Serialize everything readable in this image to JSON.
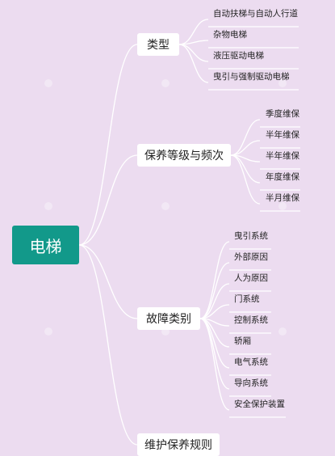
{
  "root": {
    "label": "电梯"
  },
  "branches": [
    {
      "label": "类型",
      "children": [
        "自动扶梯与自动人行道",
        "杂物电梯",
        "液压驱动电梯",
        "曳引与强制驱动电梯"
      ]
    },
    {
      "label": "保养等级与频次",
      "children": [
        "季度维保",
        "半年维保",
        "半年维保",
        "年度维保",
        "半月维保"
      ]
    },
    {
      "label": "故障类别",
      "children": [
        "曳引系统",
        "外部原因",
        "人为原因",
        "门系统",
        "控制系统",
        "轿厢",
        "电气系统",
        "导向系统",
        "安全保护装置"
      ]
    },
    {
      "label": "维护保养规则",
      "children": []
    }
  ],
  "colors": {
    "background": "#ecdcf0",
    "root_fill": "#12998a",
    "connector": "#ffffff"
  }
}
